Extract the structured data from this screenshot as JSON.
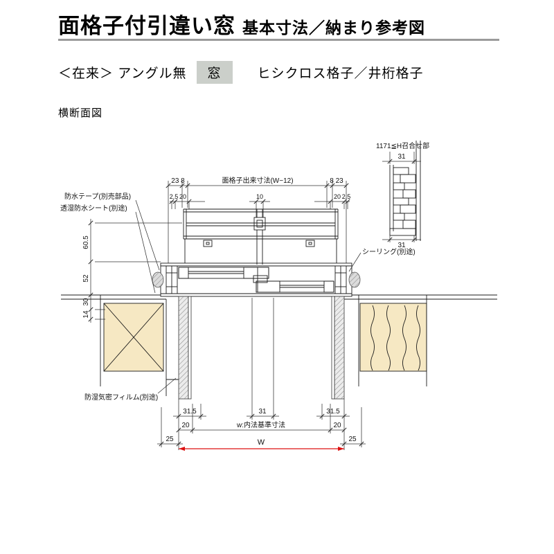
{
  "header": {
    "title_main": "面格子付引違い窓",
    "title_sub": "基本寸法／納まり参考図"
  },
  "subheader": {
    "spec_left": "＜在来＞ アングル無",
    "spec_window": "窓",
    "spec_right": "ヒシクロス格子／井桁格子"
  },
  "section_label": "横断面図",
  "drawing": {
    "labels": {
      "waterproof_tape": "防水テープ(別売部品)",
      "breathable_sheet": "透湿防水シート(別途)",
      "airtight_film": "防湿気密フィルム(別途)",
      "sealing": "シーリング(別途)",
      "meeting_part": "1171≦H召合せ部",
      "grille_width": "面格子出来寸法(W−12)",
      "inner_width": "w:内法基準寸法"
    },
    "dims": {
      "top_left_pair": "23 8",
      "top_right_pair": "8 23",
      "left_2_5": "2.5",
      "left_20": "20",
      "center_10": "10",
      "right_20": "20",
      "right_2_5": "2.5",
      "v_60_5": "60.5",
      "v_52": "52",
      "v_30": "30",
      "v_14": "14",
      "detail_31_top": "31",
      "detail_31_bottom": "31",
      "bottom_31_5_left": "31.5",
      "bottom_31_center": "31",
      "bottom_31_5_right": "31.5",
      "bottom_20_left": "20",
      "bottom_20_right": "20",
      "bottom_25_left": "25",
      "bottom_25_right": "25",
      "width_W": "W"
    }
  },
  "colors": {
    "wall_fill": "#f6e8c3",
    "dim_red": "#dd1111",
    "line": "#1a1a1a",
    "rule_gray": "#9b9b9b",
    "window_badge_bg": "#cbcfca"
  }
}
